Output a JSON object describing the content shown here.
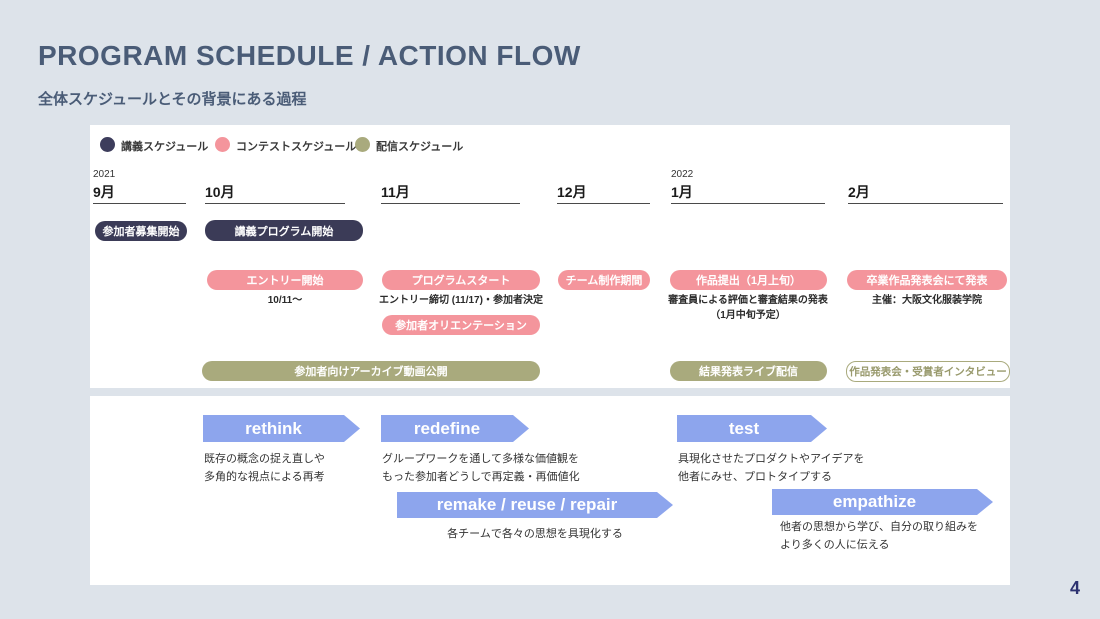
{
  "page": {
    "title": "PROGRAM SCHEDULE / ACTION FLOW",
    "subtitle": "全体スケジュールとその背景にある過程",
    "page_number": "4"
  },
  "colors": {
    "background": "#dde3ea",
    "panel": "#ffffff",
    "title_text": "#4a5c77",
    "lecture_navy": "#3b3b57",
    "contest_pink": "#f4959c",
    "stream_olive": "#a9aa7d",
    "flow_arrow_blue": "#8da5ed"
  },
  "legend": {
    "items": [
      {
        "label": "講義スケジュール",
        "color": "#3b3b57"
      },
      {
        "label": "コンテストスケジュール",
        "color": "#f4959c"
      },
      {
        "label": "配信スケジュール",
        "color": "#a9aa7d"
      }
    ]
  },
  "timeline": {
    "months": [
      {
        "year": "2021",
        "label": "9月"
      },
      {
        "year": "",
        "label": "10月"
      },
      {
        "year": "",
        "label": "11月"
      },
      {
        "year": "",
        "label": "12月"
      },
      {
        "year": "2022",
        "label": "1月"
      },
      {
        "year": "",
        "label": "2月"
      }
    ]
  },
  "schedule": {
    "lecture_row": [
      {
        "label": "参加者募集開始"
      },
      {
        "label": "講義プログラム開始"
      }
    ],
    "contest_row": [
      {
        "label": "エントリー開始",
        "note": "10/11～"
      },
      {
        "label": "プログラムスタート",
        "note": "エントリー締切 (11/17)・参加者決定"
      },
      {
        "label": "チーム制作期間",
        "note": ""
      },
      {
        "label": "作品提出（1月上旬）",
        "note": "審査員による評価と審査結果の発表\n（1月中旬予定）"
      },
      {
        "label": "卒業作品発表会にて発表",
        "note": "主催：大阪文化服装学院"
      }
    ],
    "contest_row2": [
      {
        "label": "参加者オリエンテーション"
      }
    ],
    "stream_row": [
      {
        "label": "参加者向けアーカイブ動画公開"
      },
      {
        "label": "結果発表ライブ配信"
      },
      {
        "label": "作品発表会・受賞者インタビュー"
      }
    ]
  },
  "action_flow": [
    {
      "label": "rethink",
      "desc": "既存の概念の捉え直しや\n多角的な視点による再考"
    },
    {
      "label": "redefine",
      "desc": "グループワークを通して多様な価値観を\nもった参加者どうしで再定義・再価値化"
    },
    {
      "label": "test",
      "desc": "具現化させたプロダクトやアイデアを\n他者にみせ、プロトタイプする"
    },
    {
      "label": "remake / reuse / repair",
      "desc": "各チームで各々の思想を具現化する"
    },
    {
      "label": "empathize",
      "desc": "他者の思想から学び、自分の取り組みを\nより多くの人に伝える"
    }
  ]
}
